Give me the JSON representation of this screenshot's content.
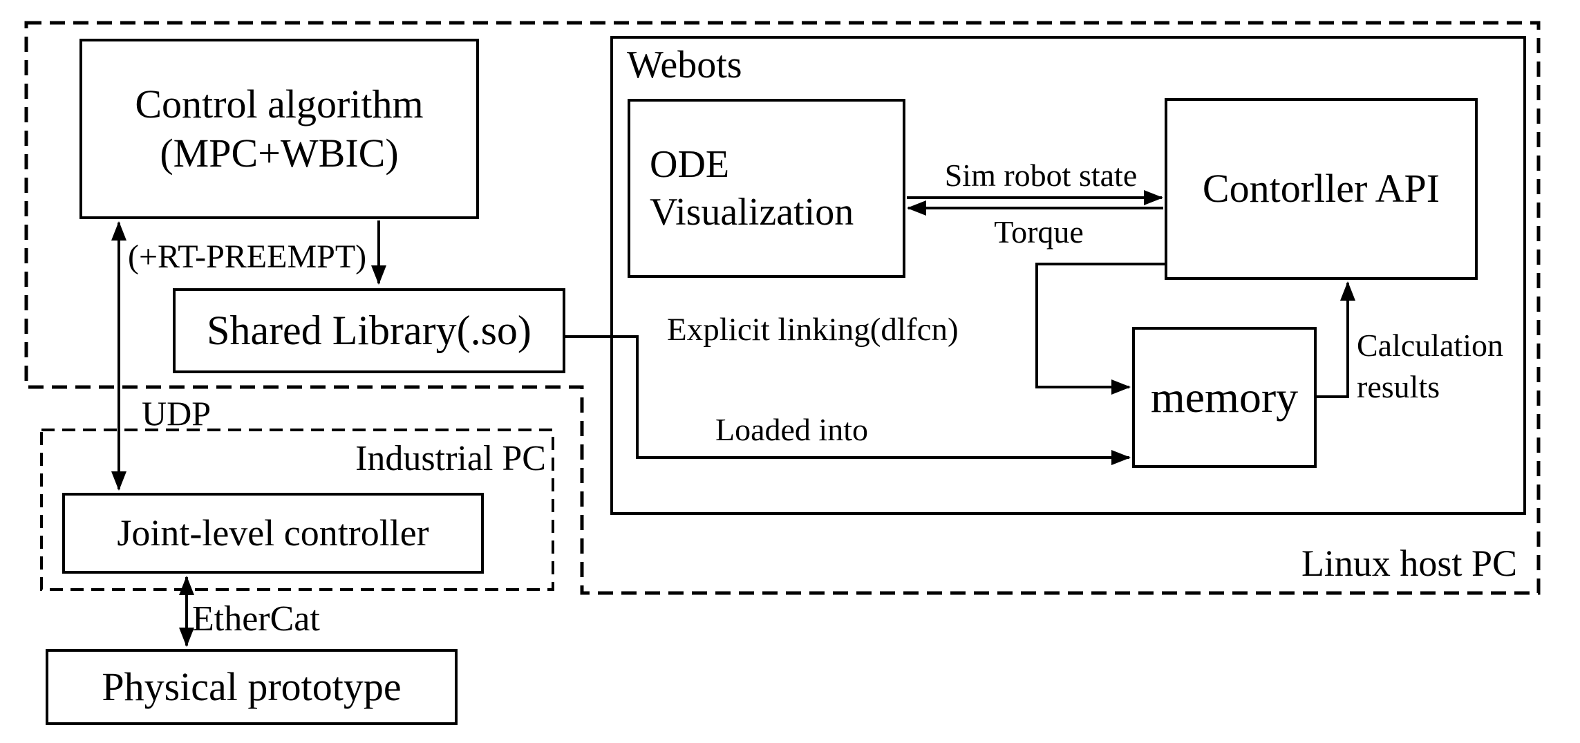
{
  "boxes": {
    "control_algorithm": {
      "line1": "Control algorithm",
      "line2": "(MPC+WBIC)"
    },
    "shared_library": {
      "label": "Shared Library(.so)"
    },
    "webots": {
      "label": "Webots"
    },
    "ode_visualization": {
      "line1": "ODE",
      "line2": "Visualization"
    },
    "contorller_api": {
      "label": "Contorller API"
    },
    "memory": {
      "label": "memory"
    },
    "joint_level_controller": {
      "label": "Joint-level controller"
    },
    "physical_prototype": {
      "label": "Physical prototype"
    }
  },
  "regions": {
    "linux_host_pc": {
      "label": "Linux host PC"
    },
    "industrial_pc": {
      "label": "Industrial PC"
    }
  },
  "connections": {
    "rt_preempt": "(+RT-PREEMPT)",
    "udp": "UDP",
    "ethercat": "EtherCat",
    "sim_robot_state": "Sim robot state",
    "torque": "Torque",
    "explicit_linking": "Explicit linking(dlfcn)",
    "loaded_into": "Loaded into",
    "calculation_results": {
      "line1": "Calculation",
      "line2": "results"
    }
  },
  "colors": {
    "line": "#000000",
    "background": "#ffffff",
    "text": "#000000"
  }
}
